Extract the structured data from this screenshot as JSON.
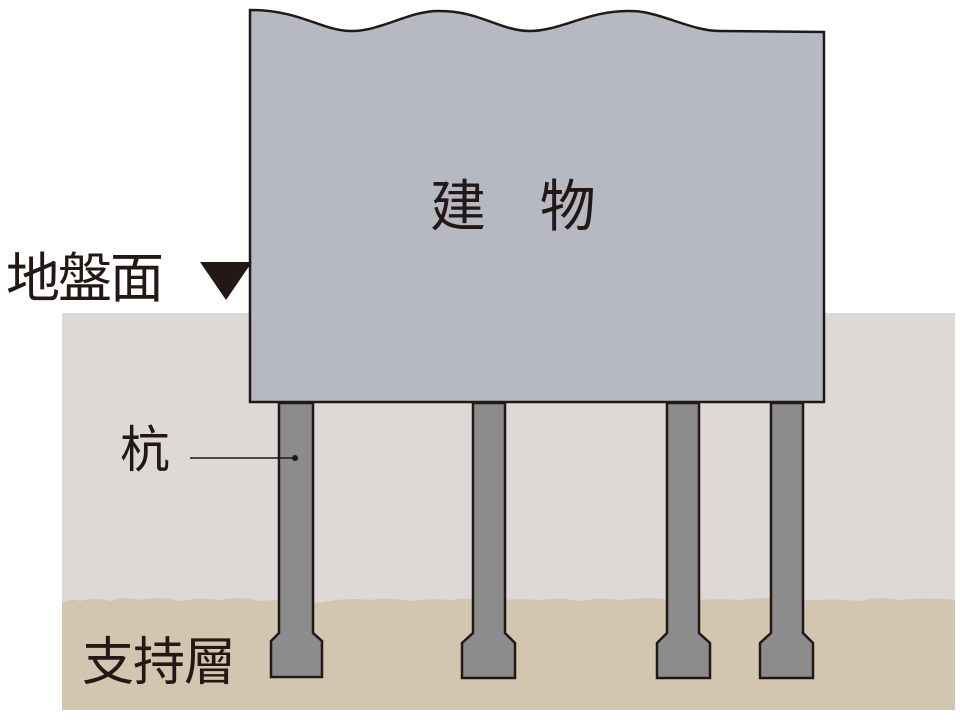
{
  "diagram": {
    "type": "pile-foundation-cross-section",
    "labels": {
      "building": "建 物",
      "ground_surface": "地盤面",
      "ground_marker": "▼",
      "pile": "杭",
      "bearing_layer": "支持層"
    },
    "colors": {
      "background": "#ffffff",
      "soil": "#dcd9d6",
      "bearing_layer": "#d2c6b0",
      "building_fill": "#b6b9c1",
      "pile_fill": "#8c8c8c",
      "outline": "#231815",
      "text": "#231815"
    },
    "pile_count": 4
  }
}
